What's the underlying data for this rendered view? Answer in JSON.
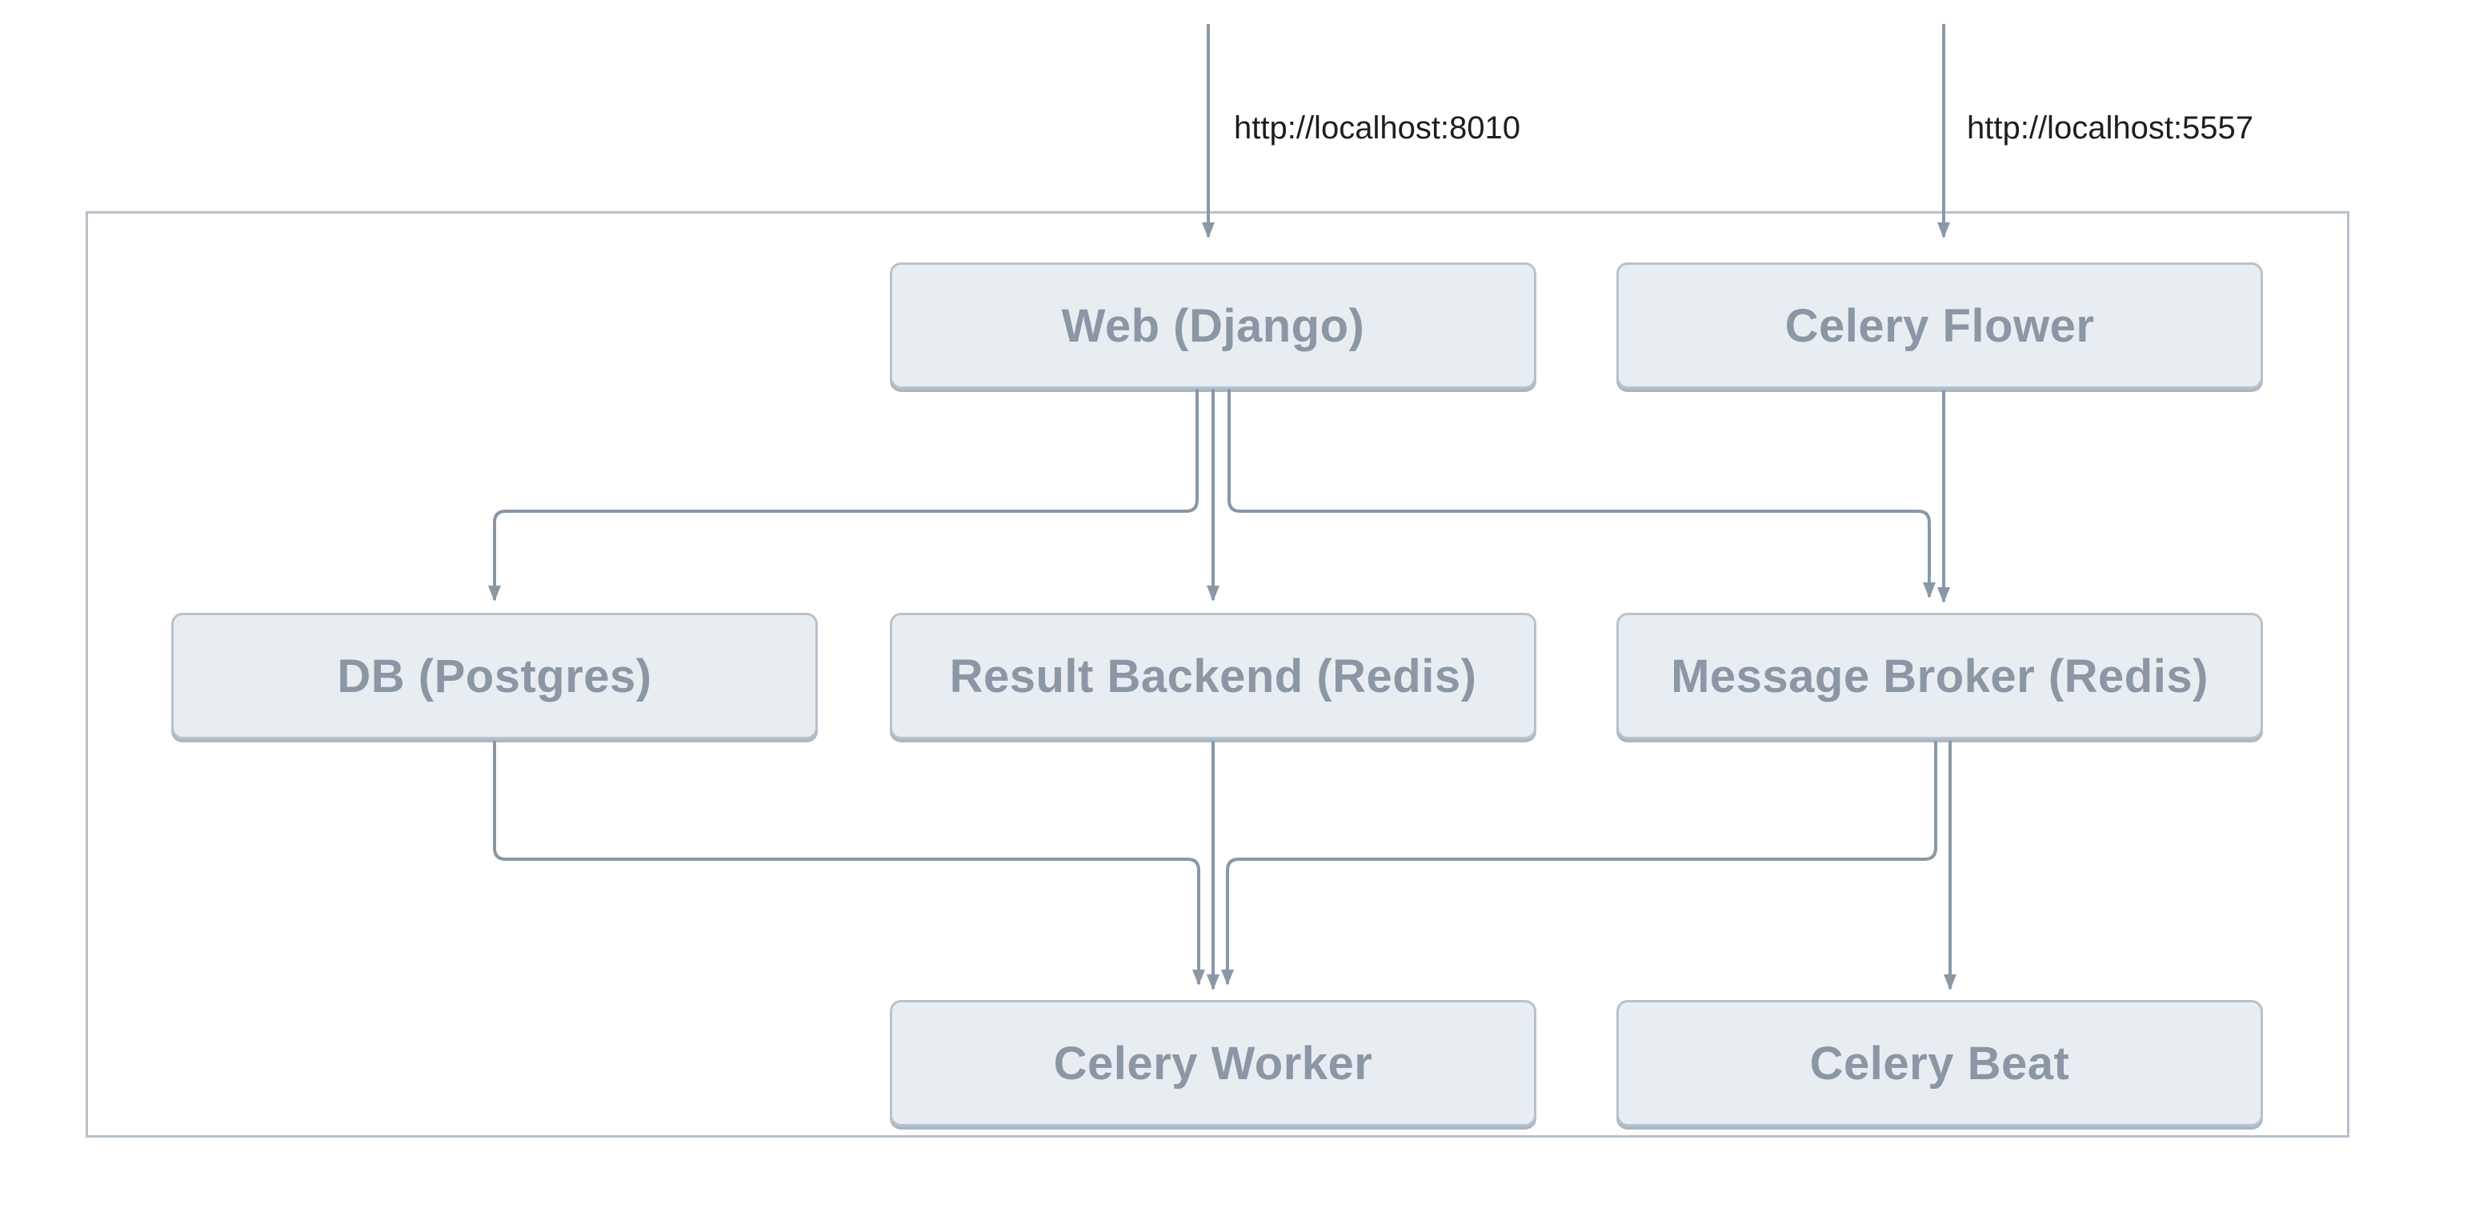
{
  "diagram": {
    "title": "Django Celery architecture diagram",
    "nodes": {
      "web": {
        "label": "Web (Django)"
      },
      "flower": {
        "label": "Celery Flower"
      },
      "db": {
        "label": "DB (Postgres)"
      },
      "result_backend": {
        "label": "Result Backend (Redis)"
      },
      "broker": {
        "label": "Message Broker (Redis)"
      },
      "worker": {
        "label": "Celery Worker"
      },
      "beat": {
        "label": "Celery Beat"
      }
    },
    "edges": [
      {
        "from": "external",
        "to": "web",
        "label": "http://localhost:8010"
      },
      {
        "from": "external",
        "to": "flower",
        "label": "http://localhost:5557"
      },
      {
        "from": "web",
        "to": "db",
        "label": ""
      },
      {
        "from": "web",
        "to": "result_backend",
        "label": ""
      },
      {
        "from": "web",
        "to": "broker",
        "label": ""
      },
      {
        "from": "flower",
        "to": "broker",
        "label": ""
      },
      {
        "from": "db",
        "to": "worker",
        "label": ""
      },
      {
        "from": "result_backend",
        "to": "worker",
        "label": ""
      },
      {
        "from": "broker",
        "to": "worker",
        "label": ""
      },
      {
        "from": "broker",
        "to": "beat",
        "label": ""
      }
    ],
    "colors": {
      "background": "#ffffff",
      "node_fill": "#e8edf2",
      "node_border": "#b7c2cd",
      "node_shadow": "#aab8c4",
      "node_text": "#8b97a4",
      "edge_color": "#8a98a6",
      "container_border": "#b6c1cc",
      "label_text": "#1c1e21"
    }
  }
}
